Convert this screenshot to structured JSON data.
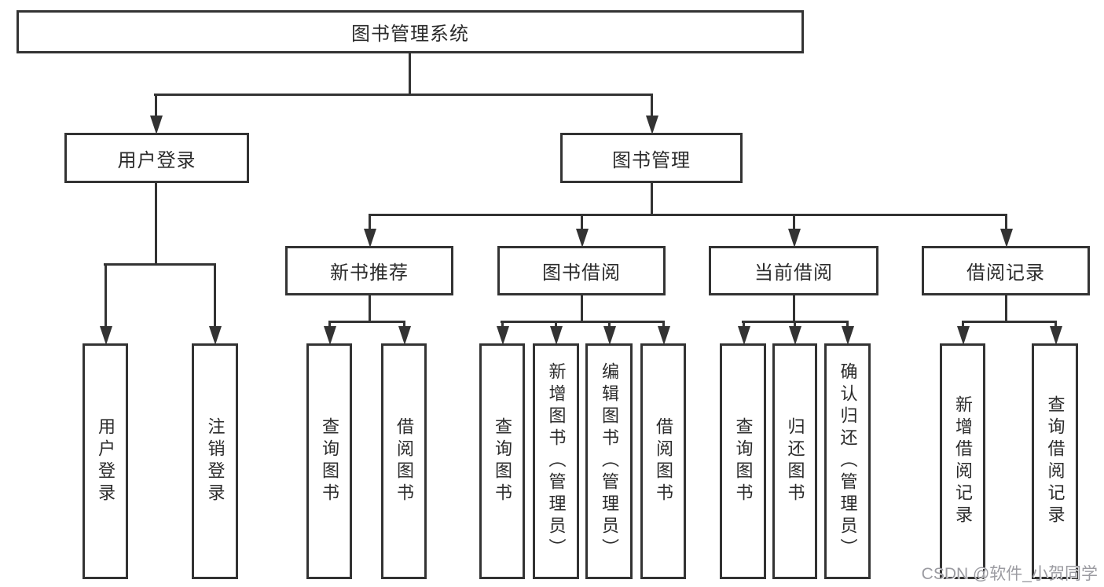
{
  "nodes": {
    "root": {
      "label": "图书管理系统"
    },
    "user_login": {
      "label": "用户登录"
    },
    "book_mgmt": {
      "label": "图书管理"
    },
    "new_book": {
      "label": "新书推荐"
    },
    "borrow": {
      "label": "图书借阅"
    },
    "current": {
      "label": "当前借阅"
    },
    "records": {
      "label": "借阅记录"
    },
    "leaf_user_login": {
      "label": "用户登录"
    },
    "leaf_logout": {
      "label": "注销登录"
    },
    "leaf_nb_query": {
      "label": "查询图书"
    },
    "leaf_nb_borrow": {
      "label": "借阅图书"
    },
    "leaf_bb_query": {
      "label": "查询图书"
    },
    "leaf_bb_add": {
      "label": "新增图书（管理员）"
    },
    "leaf_bb_edit": {
      "label": "编辑图书（管理员）"
    },
    "leaf_bb_borrow": {
      "label": "借阅图书"
    },
    "leaf_cb_query": {
      "label": "查询图书"
    },
    "leaf_cb_return": {
      "label": "归还图书"
    },
    "leaf_cb_confirm": {
      "label": "确认归还（管理员）"
    },
    "leaf_br_add": {
      "label": "新增借阅记录"
    },
    "leaf_br_query": {
      "label": "查询借阅记录"
    }
  },
  "hierarchy": {
    "图书管理系统": {
      "用户登录": [
        "用户登录",
        "注销登录"
      ],
      "图书管理": {
        "新书推荐": [
          "查询图书",
          "借阅图书"
        ],
        "图书借阅": [
          "查询图书",
          "新增图书（管理员）",
          "编辑图书（管理员）",
          "借阅图书"
        ],
        "当前借阅": [
          "查询图书",
          "归还图书",
          "确认归还（管理员）"
        ],
        "借阅记录": [
          "新增借阅记录",
          "查询借阅记录"
        ]
      }
    }
  },
  "watermark": {
    "text": "CSDN @软件_小贺同学"
  },
  "colors": {
    "line": "#333333",
    "text": "#2b2b2b",
    "watermark": "#9b9ba1",
    "background": "#ffffff"
  }
}
